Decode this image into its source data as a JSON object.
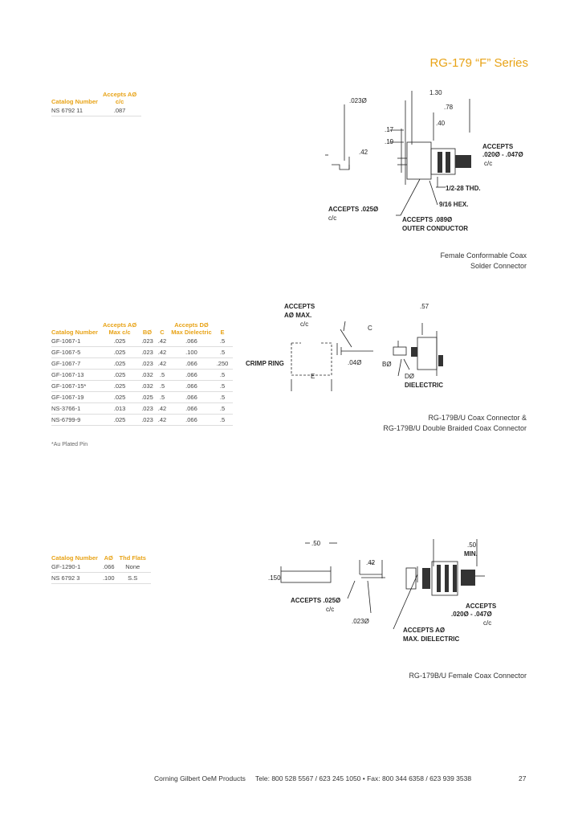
{
  "header": {
    "series_title": "RG-179 “F” Series"
  },
  "section1": {
    "table": {
      "headers": [
        "Catalog Number",
        "Accepts AØ\nc/c"
      ],
      "rows": [
        [
          "NS 6792 11",
          ".087"
        ]
      ]
    },
    "caption_lines": [
      "Female Conformable Coax",
      "Solder Connector"
    ],
    "drawing_labels": {
      "d023": ".023Ø",
      "d42": ".42",
      "d130": "1.30",
      "d78": ".78",
      "d40": ".40",
      "d17": ".17",
      "d19": ".19",
      "accepts_right_1": "ACCEPTS",
      "accepts_right_2": ".020Ø - .047Ø",
      "accepts_right_3": "c/c",
      "thd": "1/2-28 THD.",
      "hex": "9/16 HEX.",
      "accepts_left_1": "ACCEPTS .025Ø",
      "accepts_left_2": "c/c",
      "accepts_outer_1": "ACCEPTS .089Ø",
      "accepts_outer_2": "OUTER CONDUCTOR"
    }
  },
  "section2": {
    "table": {
      "headers": [
        "Catalog Number",
        "Accepts AØ\nMax c/c",
        "BØ",
        "C",
        "Accepts DØ\nMax Dielectric",
        "E"
      ],
      "rows": [
        [
          "GF-1067-1",
          ".025",
          ".023",
          ".42",
          ".066",
          ".5"
        ],
        [
          "GF-1067-5",
          ".025",
          ".023",
          ".42",
          ".100",
          ".5"
        ],
        [
          "GF-1067-7",
          ".025",
          ".023",
          ".42",
          ".066",
          ".250"
        ],
        [
          "GF-1067-13",
          ".025",
          ".032",
          ".5",
          ".066",
          ".5"
        ],
        [
          "GF-1067-15*",
          ".025",
          ".032",
          ".5",
          ".066",
          ".5"
        ],
        [
          "GF-1067-19",
          ".025",
          ".025",
          ".5",
          ".066",
          ".5"
        ],
        [
          "NS-3766-1",
          ".013",
          ".023",
          ".42",
          ".066",
          ".5"
        ],
        [
          "NS-6799-9",
          ".025",
          ".023",
          ".42",
          ".066",
          ".5"
        ]
      ],
      "note": "*Au Plated Pin"
    },
    "caption_lines": [
      "RG-179B/U Coax Connector &",
      "RG-179B/U Double Braided Coax Connector"
    ],
    "drawing_labels": {
      "accepts_1": "ACCEPTS",
      "accepts_2": "AØ MAX.",
      "accepts_3": "c/c",
      "d57": ".57",
      "c": "C",
      "crimp": "CRIMP RING",
      "e": "E",
      "d04": ".04Ø",
      "b": "BØ",
      "d1": "DØ",
      "d2": "DIELECTRIC"
    }
  },
  "section3": {
    "table": {
      "headers": [
        "Catalog Number",
        "AØ",
        "Thd Flats"
      ],
      "rows": [
        [
          "GF-1290-1",
          ".066",
          "None"
        ],
        [
          "NS 6792 3",
          ".100",
          "S.S"
        ]
      ]
    },
    "caption_lines": [
      "RG-179B/U Female Coax Connector"
    ],
    "drawing_labels": {
      "d50": ".50",
      "d42": ".42",
      "d150": ".150",
      "d50b": ".50",
      "min": "MIN.",
      "accepts025_1": "ACCEPTS .025Ø",
      "accepts025_2": "c/c",
      "d023": ".023Ø",
      "acceptsA_1": "ACCEPTS AØ",
      "acceptsA_2": "MAX. DIELECTRIC",
      "acceptsR_1": "ACCEPTS",
      "acceptsR_2": ".020Ø - .047Ø",
      "acceptsR_3": "c/c"
    }
  },
  "footer": {
    "company": "Corning Gilbert OeM Products",
    "contact": "Tele: 800 528 5567 / 623 245 1050 • Fax: 800 344 6358 / 623 939 3538",
    "page_number": "27"
  }
}
